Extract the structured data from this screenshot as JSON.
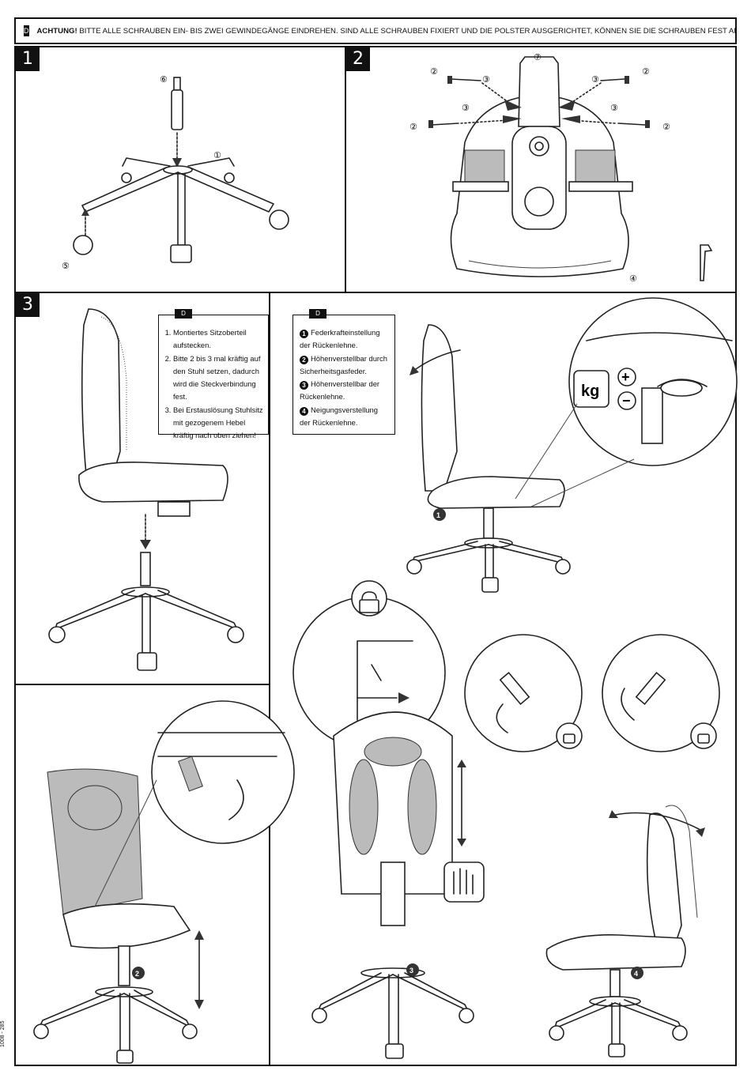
{
  "header": {
    "lang_badge": "D",
    "warning_bold": "ACHTUNG!",
    "warning_text": "BITTE ALLE SCHRAUBEN EIN- BIS ZWEI GEWINDEGÄNGE EINDREHEN. SIND ALLE SCHRAUBEN FIXIERT UND DIE POLSTER AUSGERICHTET, KÖNNEN SIE DIE SCHRAUBEN FEST ANZIEHEN!"
  },
  "steps": {
    "step1": "1",
    "step2": "2",
    "step3": "3"
  },
  "part_labels": {
    "p1": "①",
    "p2": "②",
    "p3": "③",
    "p4": "④",
    "p5": "⑤",
    "p6": "⑥",
    "p7": "⑦"
  },
  "box_assembly": {
    "lang_badge": "D",
    "items": [
      "Montiertes Sitzoberteil aufstecken.",
      "Bitte 2 bis 3 mal kräftig auf den Stuhl setzen, dadurch wird die Steckverbindung fest.",
      "Bei Erstauslösung Stuhlsitz mit gezogenem Hebel kräftig nach oben ziehen!"
    ]
  },
  "box_functions": {
    "lang_badge": "D",
    "items": [
      {
        "n": "1",
        "text": "Federkrafteinstellung der Rückenlehne."
      },
      {
        "n": "2",
        "text": "Höhenverstellbar durch Sicherheitsgasfeder."
      },
      {
        "n": "3",
        "text": "Höhenverstellbar der Rückenlehne."
      },
      {
        "n": "4",
        "text": "Neigungsverstellung der Rückenlehne."
      }
    ]
  },
  "weight_label": "kg",
  "plus": "+",
  "minus": "−",
  "callouts": {
    "c1": "1",
    "c2": "2",
    "c3": "3",
    "c4": "4"
  },
  "doc_code": "1008 - 285",
  "icons": [
    "lock-open-icon",
    "hand-icon",
    "kg-weight-icon",
    "allen-key-icon",
    "arrow-icon"
  ]
}
